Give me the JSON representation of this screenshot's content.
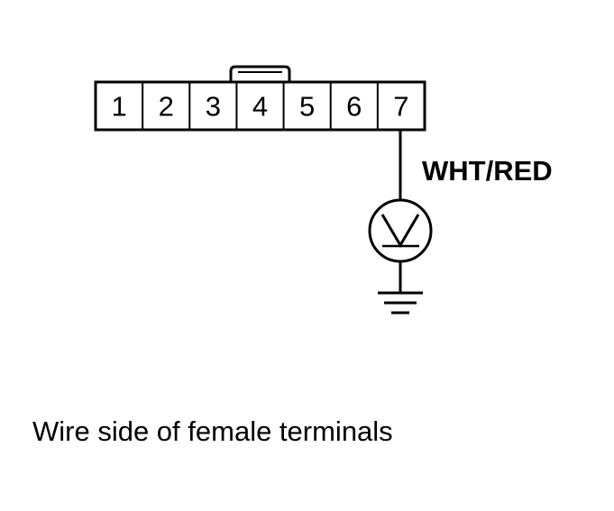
{
  "connector": {
    "terminals": [
      "1",
      "2",
      "3",
      "4",
      "5",
      "6",
      "7"
    ],
    "locking_tab_over_terminal": 4,
    "active_terminal": 7
  },
  "wire": {
    "color_label": "WHT/RED"
  },
  "meter": {
    "symbol": "voltmeter-icon"
  },
  "ground": {
    "symbol": "ground-icon"
  },
  "caption": "Wire side of female terminals",
  "colors": {
    "line": "#000000",
    "background": "#ffffff"
  }
}
